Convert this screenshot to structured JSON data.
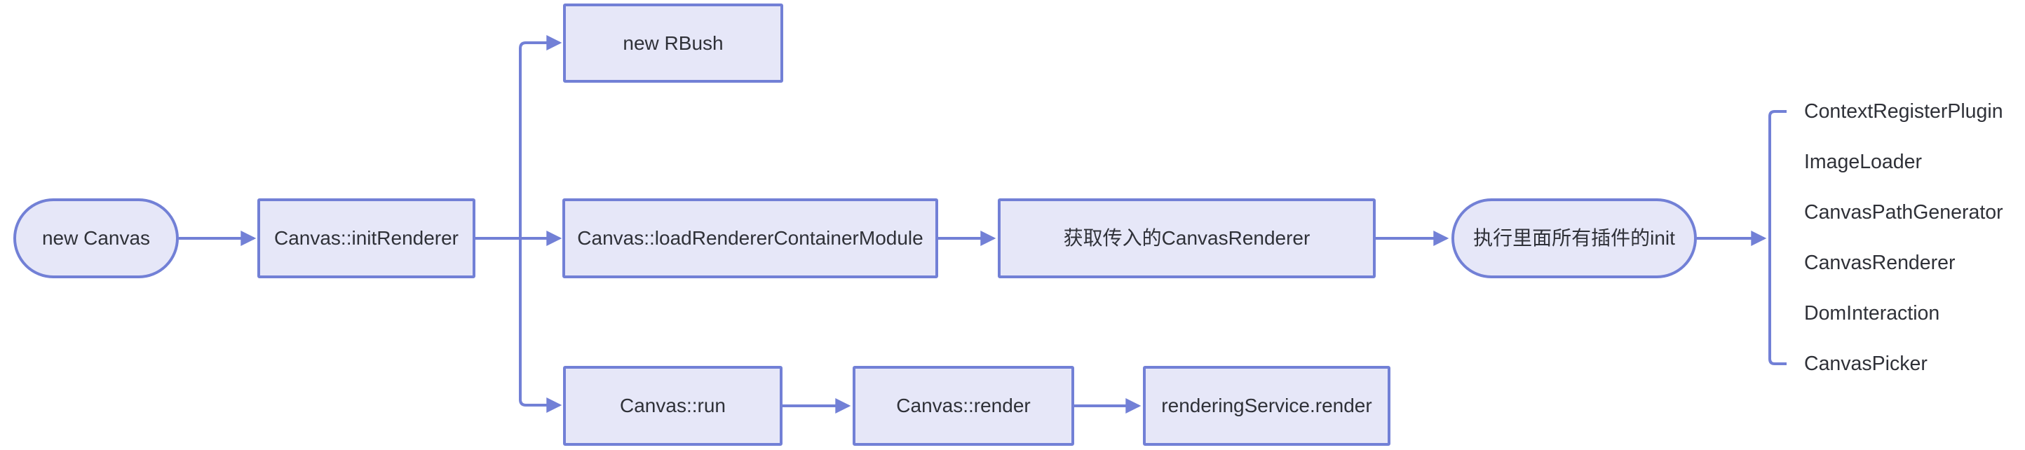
{
  "diagram": {
    "type": "flowchart-left-to-right",
    "nodes": {
      "new_canvas": {
        "label": "new Canvas",
        "shape": "stadium"
      },
      "init_renderer": {
        "label": "Canvas::initRenderer",
        "shape": "rect"
      },
      "new_rbush": {
        "label": "new RBush",
        "shape": "rect"
      },
      "load_renderer_container_module": {
        "label": "Canvas::loadRendererContainerModule",
        "shape": "rect"
      },
      "get_canvas_renderer": {
        "label": "获取传入的CanvasRenderer",
        "shape": "rect"
      },
      "run_all_plugins_init": {
        "label": "执行里面所有插件的init",
        "shape": "stadium"
      },
      "canvas_run": {
        "label": "Canvas::run",
        "shape": "rect"
      },
      "canvas_render": {
        "label": "Canvas::render",
        "shape": "rect"
      },
      "rendering_service_render": {
        "label": "renderingService.render",
        "shape": "rect"
      }
    },
    "edges": [
      [
        "new_canvas",
        "init_renderer"
      ],
      [
        "init_renderer",
        "new_rbush"
      ],
      [
        "init_renderer",
        "load_renderer_container_module"
      ],
      [
        "init_renderer",
        "canvas_run"
      ],
      [
        "load_renderer_container_module",
        "get_canvas_renderer"
      ],
      [
        "get_canvas_renderer",
        "run_all_plugins_init"
      ],
      [
        "run_all_plugins_init",
        "plugins_bracket"
      ],
      [
        "canvas_run",
        "canvas_render"
      ],
      [
        "canvas_render",
        "rendering_service_render"
      ]
    ],
    "plugins": [
      "ContextRegisterPlugin",
      "ImageLoader",
      "CanvasPathGenerator",
      "CanvasRenderer",
      "DomInteraction",
      "CanvasPicker"
    ],
    "colors": {
      "node_fill": "#e6e7f8",
      "node_border": "#7280d6",
      "edge": "#7280d6",
      "text": "#2f3138",
      "background": "#ffffff"
    }
  }
}
